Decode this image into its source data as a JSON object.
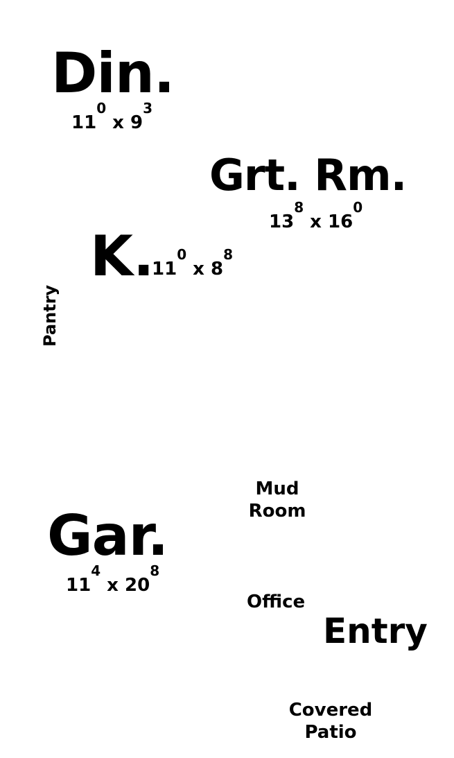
{
  "rooms": {
    "dining": {
      "name": "Din.",
      "dim_w": "11",
      "dim_w_sup": "0",
      "dim_x": "x",
      "dim_h": "9",
      "dim_h_sup": "3"
    },
    "great_room": {
      "name": "Grt. Rm.",
      "dim_w": "13",
      "dim_w_sup": "8",
      "dim_x": "x",
      "dim_h": "16",
      "dim_h_sup": "0"
    },
    "kitchen": {
      "name": "K.",
      "dim_w": "11",
      "dim_w_sup": "0",
      "dim_x": "x",
      "dim_h": "8",
      "dim_h_sup": "8"
    },
    "pantry": {
      "name": "Pantry"
    },
    "mud_room": {
      "line1": "Mud",
      "line2": "Room"
    },
    "garage": {
      "name": "Gar.",
      "dim_w": "11",
      "dim_w_sup": "4",
      "dim_x": "x",
      "dim_h": "20",
      "dim_h_sup": "8"
    },
    "office": {
      "name": "Office"
    },
    "entry": {
      "name": "Entry"
    },
    "covered_patio": {
      "line1": "Covered",
      "line2": "Patio"
    }
  }
}
